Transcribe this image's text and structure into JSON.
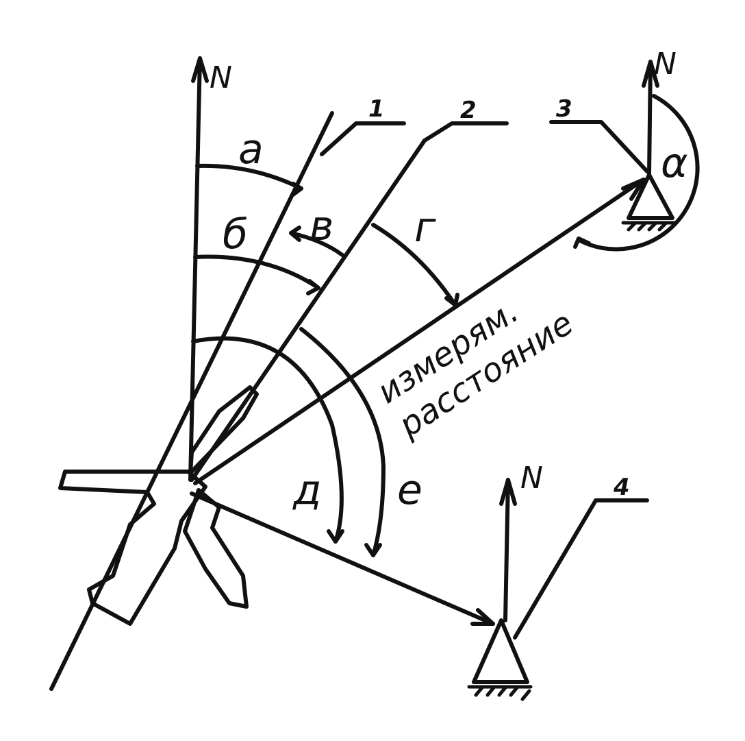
{
  "north_marker": "N",
  "lines": {
    "l1": "1",
    "l2": "2",
    "l3": "3",
    "l4": "4"
  },
  "angles": {
    "a": "a",
    "b": "б",
    "v": "в",
    "g": "г",
    "d": "д",
    "e": "е",
    "alpha": "α"
  },
  "caption": {
    "line1": "измерям.",
    "line2": "расстояние"
  },
  "colors": {
    "ink": "#111111",
    "paper": "#ffffff"
  }
}
